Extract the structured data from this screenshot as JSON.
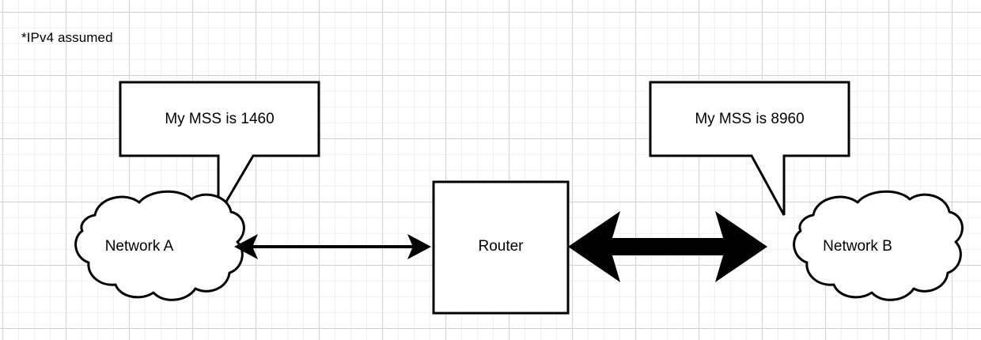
{
  "diagram": {
    "note": "*IPv4 assumed",
    "nodes": [
      {
        "id": "cloud-a",
        "label": "Network A",
        "shape": "cloud"
      },
      {
        "id": "router",
        "label": "Router",
        "shape": "rectangle"
      },
      {
        "id": "cloud-b",
        "label": "Network B",
        "shape": "cloud"
      }
    ],
    "callouts": [
      {
        "id": "bubble-left",
        "label": "My MSS is 1460",
        "points_to": "cloud-a"
      },
      {
        "id": "bubble-right",
        "label": "My MSS is 8960",
        "points_to": "cloud-b"
      }
    ],
    "connectors": [
      {
        "id": "link-a-router",
        "from": "cloud-a",
        "to": "router",
        "style": "thin-double-arrow"
      },
      {
        "id": "link-router-b",
        "from": "router",
        "to": "cloud-b",
        "style": "thick-double-arrow"
      }
    ],
    "colors": {
      "stroke": "#000000",
      "fill": "#ffffff",
      "grid_minor": "#f2f2f2",
      "grid_major": "#d2d2d2"
    }
  }
}
